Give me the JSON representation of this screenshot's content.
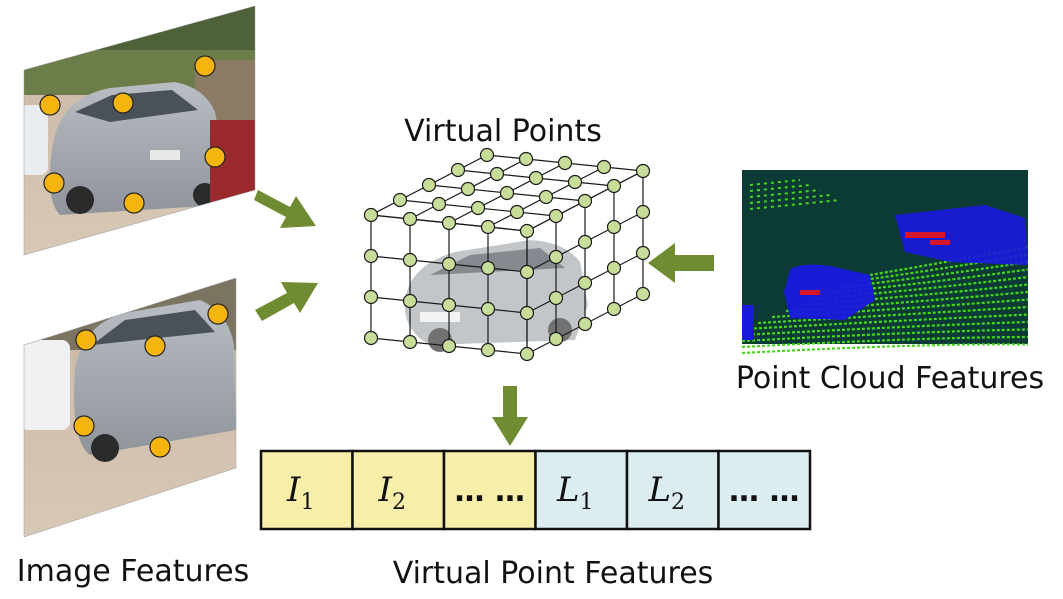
{
  "labels": {
    "virtual_points": "Virtual Points",
    "point_cloud_features": "Point Cloud Features",
    "image_features": "Image Features",
    "virtual_point_features": "Virtual Point Features"
  },
  "feature_cells": [
    {
      "main": "I",
      "sub": "1",
      "group": "image"
    },
    {
      "main": "I",
      "sub": "2",
      "group": "image"
    },
    {
      "main": "… …",
      "sub": "",
      "group": "image"
    },
    {
      "main": "L",
      "sub": "1",
      "group": "lidar"
    },
    {
      "main": "L",
      "sub": "2",
      "group": "lidar"
    },
    {
      "main": "… …",
      "sub": "",
      "group": "lidar"
    }
  ],
  "colors": {
    "image_cell": "#f7eeaa",
    "lidar_cell": "#dcedf2",
    "arrow": "#6f8c32",
    "keypoint": "#f6b40e",
    "grid_node": "#c9dd9a",
    "lidar_bg": "#0c3b35",
    "lidar_points": "#45d61e",
    "lidar_objects": "#1a1adf"
  },
  "icons": {
    "image_patch": "car-photo-keypoints-icon",
    "cube": "virtual-point-grid-icon",
    "lidar": "lidar-scan-icon"
  }
}
